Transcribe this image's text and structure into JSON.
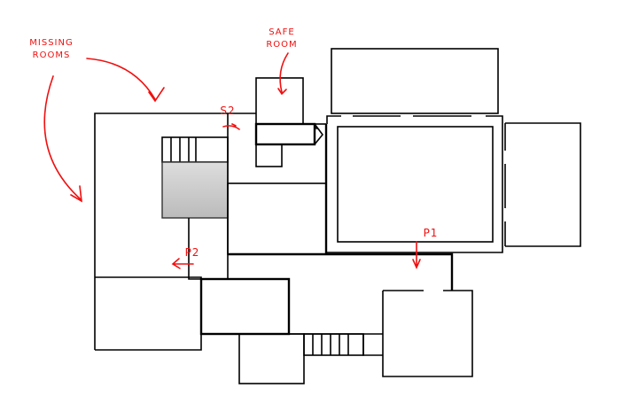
{
  "annotations": {
    "missing_rooms": "MISSING ROOMS",
    "safe_room": "SAFE ROOM",
    "s2": "S2",
    "p1": "P1",
    "p2": "P2"
  },
  "colors": {
    "annotation": "#f01010",
    "walls": "#000000",
    "shaded_room": "#c8c8c8"
  }
}
